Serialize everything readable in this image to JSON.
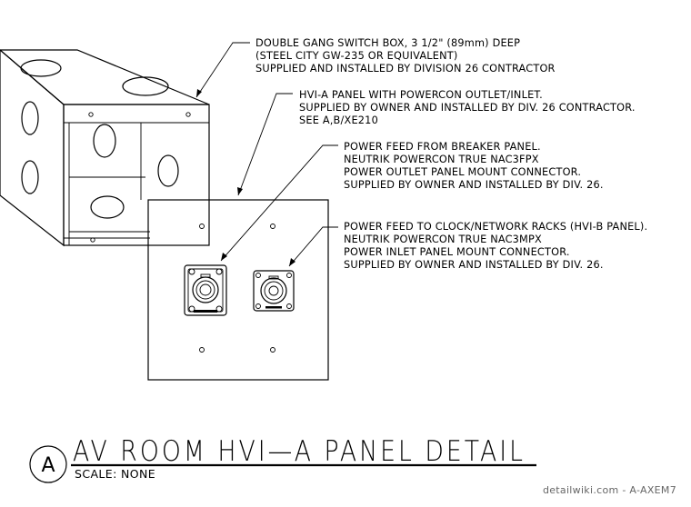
{
  "notes": {
    "switch_box": [
      "DOUBLE GANG SWITCH BOX, 3 1/2\" (89mm) DEEP",
      "(STEEL CITY GW-235 OR EQUIVALENT)",
      "SUPPLIED AND INSTALLED BY DIVISION 26 CONTRACTOR"
    ],
    "hvi_panel": [
      "HVI-A PANEL WITH POWERCON OUTLET/INLET.",
      "SUPPLIED BY OWNER AND INSTALLED BY DIV. 26 CONTRACTOR.",
      "SEE A,B/XE210"
    ],
    "power_feed_breaker": [
      "POWER FEED FROM BREAKER PANEL.",
      "NEUTRIK POWERCON TRUE NAC3FPX",
      "POWER OUTLET PANEL MOUNT CONNECTOR.",
      "SUPPLIED BY OWNER AND INSTALLED BY DIV. 26."
    ],
    "power_feed_racks": [
      "POWER FEED TO CLOCK/NETWORK RACKS (HVI-B PANEL).",
      "NEUTRIK POWERCON TRUE NAC3MPX",
      "POWER INLET PANEL MOUNT CONNECTOR.",
      "SUPPLIED BY OWNER AND INSTALLED BY DIV. 26."
    ]
  },
  "title_block": {
    "detail_letter": "A",
    "title": "AV ROOM HVI—A PANEL DETAIL",
    "scale": "SCALE: NONE"
  },
  "watermark": "detailwiki.com - A-AXEM7"
}
